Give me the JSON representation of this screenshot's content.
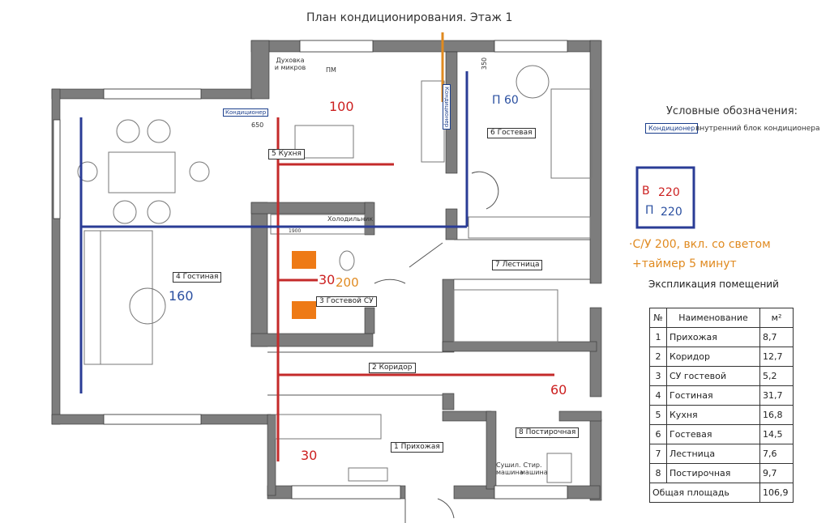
{
  "title": "План кондиционирования. Этаж 1",
  "legend": {
    "heading": "Условные обозначения:",
    "ac_tag": "Кондиционер",
    "ac_desc": "внутренний блок кондиционера"
  },
  "vp_box": {
    "v": "В",
    "v_val": "220",
    "p": "П",
    "p_val": "220"
  },
  "su_note": {
    "line1": "·С/У 200, вкл. со светом",
    "line2": "+таймер 5 минут"
  },
  "explication": {
    "heading": "Экспликация помещений",
    "headers": [
      "№",
      "Наименование",
      "м²"
    ],
    "rows": [
      [
        "1",
        "Прихожая",
        "8,7"
      ],
      [
        "2",
        "Коридор",
        "12,7"
      ],
      [
        "3",
        "СУ гостевой",
        "5,2"
      ],
      [
        "4",
        "Гостиная",
        "31,7"
      ],
      [
        "5",
        "Кухня",
        "16,8"
      ],
      [
        "6",
        "Гостевая",
        "14,5"
      ],
      [
        "7",
        "Лестница",
        "7,6"
      ],
      [
        "8",
        "Постирочная",
        "9,7"
      ]
    ],
    "total_label": "Общая площадь",
    "total_value": "106,9"
  },
  "rooms": {
    "r1": "1 Прихожая",
    "r2": "2 Коридор",
    "r3": "3 Гостевой СУ",
    "r4": "4 Гостиная",
    "r5": "5 Кухня",
    "r6": "6 Гостевая",
    "r7": "7 Лестница",
    "r8": "8 Постирочная"
  },
  "labels": {
    "oven": "Духовка и микров",
    "pm": "ПМ",
    "fridge": "Холодильник",
    "dryer": "Сушил. машина",
    "washer": "Стир. машина",
    "ac1": "Кондиционер",
    "ac2": "Кондиционер",
    "dim650": "650",
    "dim350": "350",
    "dim1900": "1900"
  },
  "flows": {
    "kitchen": "100",
    "corridor": "60",
    "hall": "30",
    "su_red": "30",
    "su_orange": "200",
    "living": "160",
    "guest": "П 60"
  },
  "colors": {
    "supply_line": "#c42a2a",
    "exhaust_line": "#2a3c96",
    "wall": "#7d7d7d",
    "orange": "#e08a20"
  }
}
